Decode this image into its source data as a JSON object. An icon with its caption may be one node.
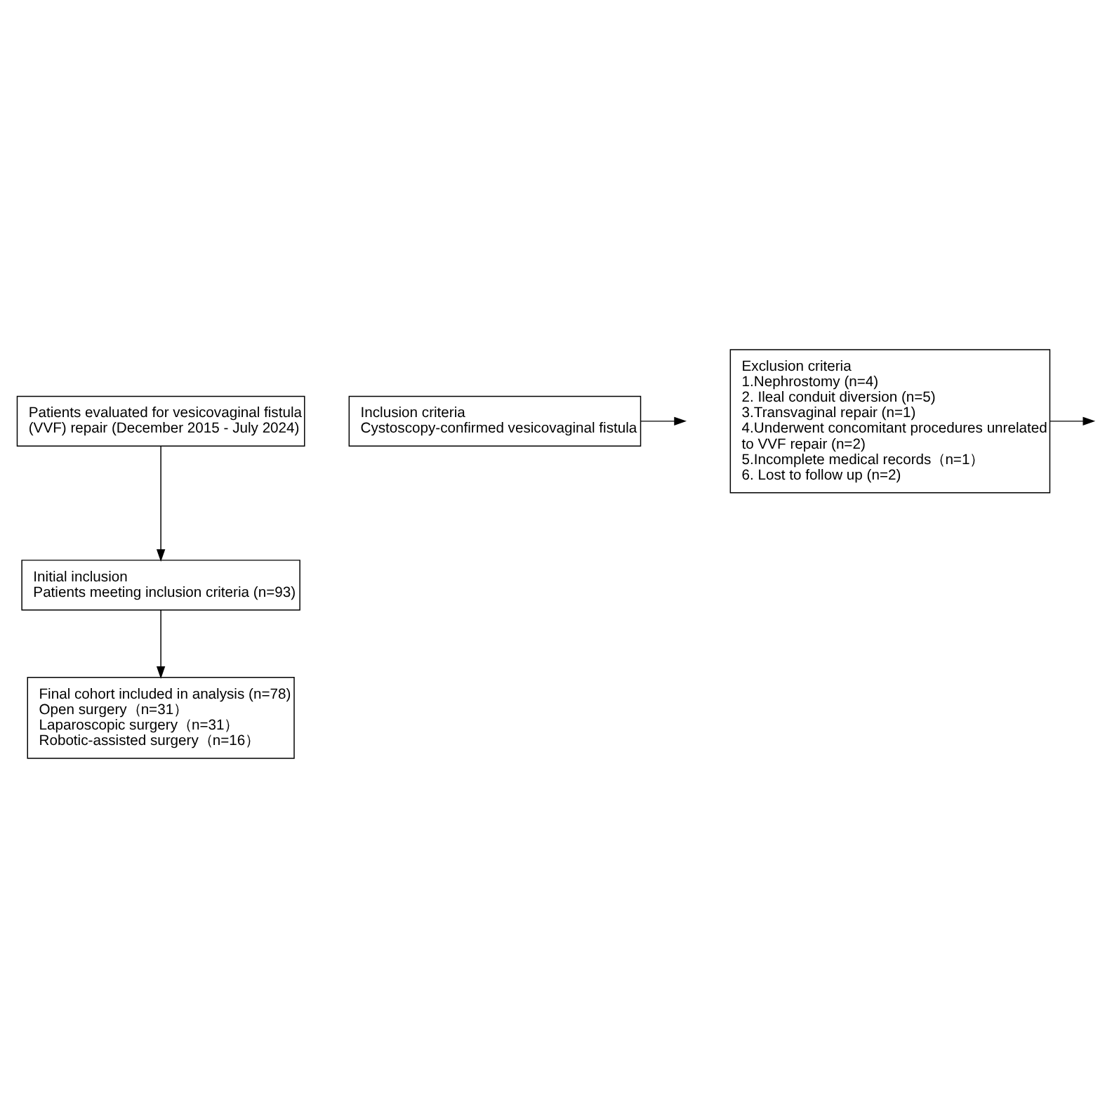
{
  "diagram": {
    "nodes": [
      {
        "text": [
          "Patients evaluated for vesicovaginal fistula (VVF) repair (December 2015 - July 2024)"
        ]
      },
      {
        "text": [
          "Inclusion criteria",
          "Cystoscopy-confirmed vesicovaginal fistula"
        ]
      },
      {
        "text": [
          "Initial inclusion",
          "Patients meeting inclusion criteria (n=93)"
        ]
      },
      {
        "text": [
          "Exclusion criteria",
          "1.Nephrostomy (n=4)",
          "2. Ileal conduit diversion (n=5)",
          "3.Transvaginal repair (n=1)",
          "4.Underwent concomitant procedures unrelated to VVF repair (n=2)",
          "5.Incomplete medical records（n=1）",
          "6. Lost to follow up (n=2)"
        ]
      },
      {
        "text": [
          "Final cohort included in analysis (n=78)",
          "Open surgery（n=31）",
          "Laparoscopic surgery（n=31）",
          "Robotic-assisted surgery（n=16）"
        ]
      }
    ],
    "edges": [
      {
        "from": 0,
        "to": 2,
        "arrow": "to"
      },
      {
        "from": 1,
        "to": null,
        "arrow": "to"
      },
      {
        "from": 2,
        "to": 4,
        "arrow": "to"
      },
      {
        "from": 3,
        "to": null,
        "arrow": "to"
      }
    ]
  }
}
